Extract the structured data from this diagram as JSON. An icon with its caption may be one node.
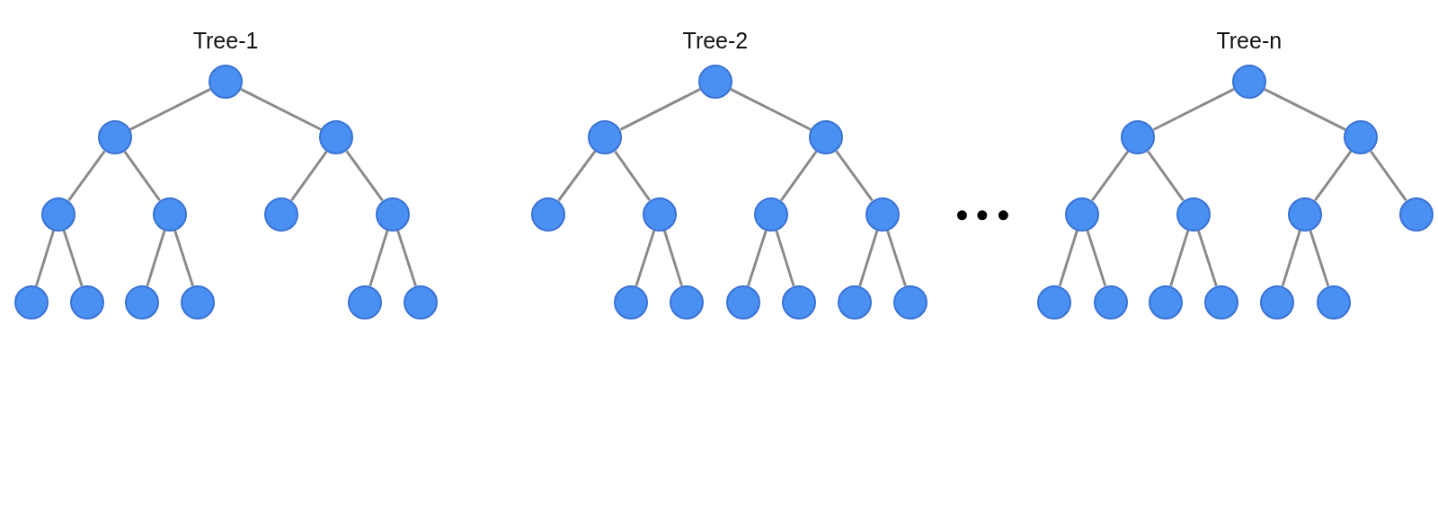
{
  "diagram": {
    "nodes": [
      {
        "text": [],
        "shape": "circle"
      },
      {
        "text": [],
        "shape": "circle"
      },
      {
        "text": [],
        "shape": "circle"
      },
      {
        "text": [],
        "shape": "circle"
      },
      {
        "text": [],
        "shape": "circle"
      },
      {
        "text": [],
        "shape": "circle"
      },
      {
        "text": [],
        "shape": "circle"
      },
      {
        "text": [],
        "shape": "circle"
      },
      {
        "text": [],
        "shape": "circle"
      },
      {
        "text": [],
        "shape": "circle"
      },
      {
        "text": [],
        "shape": "circle"
      },
      {
        "text": [],
        "shape": "circle"
      },
      {
        "text": [],
        "shape": "circle"
      },
      {
        "text": [],
        "shape": "circle"
      },
      {
        "text": [],
        "shape": "circle"
      },
      {
        "text": [],
        "shape": "circle"
      },
      {
        "text": [],
        "shape": "circle"
      },
      {
        "text": [],
        "shape": "circle"
      },
      {
        "text": [],
        "shape": "circle"
      },
      {
        "text": [],
        "shape": "circle"
      },
      {
        "text": [],
        "shape": "circle"
      },
      {
        "text": [],
        "shape": "circle"
      },
      {
        "text": [],
        "shape": "circle"
      },
      {
        "text": [],
        "shape": "circle"
      },
      {
        "text": [],
        "shape": "circle"
      },
      {
        "text": [],
        "shape": "circle"
      },
      {
        "text": [],
        "shape": "circle"
      },
      {
        "text": [],
        "shape": "circle"
      },
      {
        "text": [],
        "shape": "circle"
      },
      {
        "text": [],
        "shape": "circle"
      },
      {
        "text": [],
        "shape": "circle"
      },
      {
        "text": [],
        "shape": "circle"
      },
      {
        "text": [],
        "shape": "circle"
      },
      {
        "text": [],
        "shape": "circle"
      },
      {
        "text": [],
        "shape": "circle"
      },
      {
        "text": [],
        "shape": "circle"
      },
      {
        "text": [],
        "shape": "circle"
      },
      {
        "text": [],
        "shape": "circle"
      },
      {
        "text": [],
        "shape": "circle"
      }
    ],
    "edges": [
      {
        "from": 0,
        "to": 1,
        "arrow": "none"
      },
      {
        "from": 0,
        "to": 2,
        "arrow": "none"
      },
      {
        "from": 1,
        "to": 3,
        "arrow": "none"
      },
      {
        "from": 1,
        "to": 4,
        "arrow": "none"
      },
      {
        "from": 2,
        "to": 5,
        "arrow": "none"
      },
      {
        "from": 2,
        "to": 6,
        "arrow": "none"
      },
      {
        "from": 3,
        "to": 7,
        "arrow": "none"
      },
      {
        "from": 3,
        "to": 8,
        "arrow": "none"
      },
      {
        "from": 4,
        "to": 9,
        "arrow": "none"
      },
      {
        "from": 4,
        "to": 10,
        "arrow": "none"
      },
      {
        "from": 6,
        "to": 11,
        "arrow": "none"
      },
      {
        "from": 6,
        "to": 12,
        "arrow": "none"
      },
      {
        "from": 13,
        "to": 14,
        "arrow": "none"
      },
      {
        "from": 13,
        "to": 15,
        "arrow": "none"
      },
      {
        "from": 14,
        "to": 16,
        "arrow": "none"
      },
      {
        "from": 14,
        "to": 17,
        "arrow": "none"
      },
      {
        "from": 15,
        "to": 18,
        "arrow": "none"
      },
      {
        "from": 15,
        "to": 19,
        "arrow": "none"
      },
      {
        "from": 17,
        "to": 20,
        "arrow": "none"
      },
      {
        "from": 17,
        "to": 21,
        "arrow": "none"
      },
      {
        "from": 18,
        "to": 22,
        "arrow": "none"
      },
      {
        "from": 18,
        "to": 23,
        "arrow": "none"
      },
      {
        "from": 19,
        "to": 24,
        "arrow": "none"
      },
      {
        "from": 19,
        "to": 25,
        "arrow": "none"
      },
      {
        "from": 26,
        "to": 27,
        "arrow": "none"
      },
      {
        "from": 26,
        "to": 28,
        "arrow": "none"
      },
      {
        "from": 27,
        "to": 29,
        "arrow": "none"
      },
      {
        "from": 27,
        "to": 30,
        "arrow": "none"
      },
      {
        "from": 28,
        "to": 31,
        "arrow": "none"
      },
      {
        "from": 28,
        "to": 32,
        "arrow": "none"
      },
      {
        "from": 29,
        "to": 33,
        "arrow": "none"
      },
      {
        "from": 29,
        "to": 34,
        "arrow": "none"
      },
      {
        "from": 30,
        "to": 35,
        "arrow": "none"
      },
      {
        "from": 30,
        "to": 36,
        "arrow": "none"
      },
      {
        "from": 31,
        "to": 37,
        "arrow": "none"
      },
      {
        "from": 31,
        "to": 38,
        "arrow": "none"
      }
    ],
    "labels": [
      "Tree-1",
      "Tree-2",
      "Tree-n"
    ]
  }
}
